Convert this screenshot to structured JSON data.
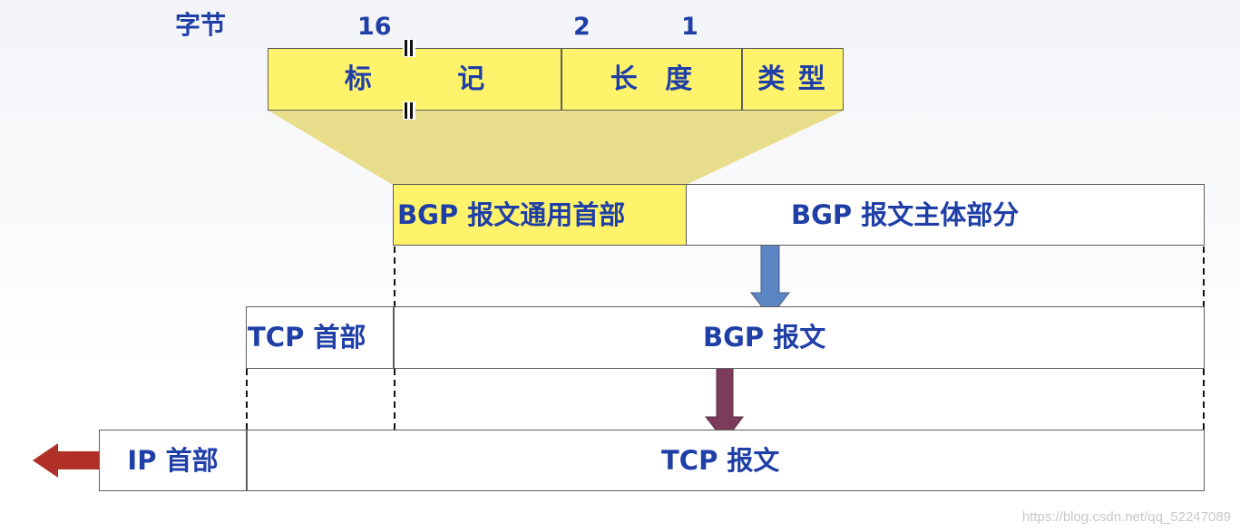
{
  "header": {
    "bytes_label": "字节",
    "size_marker": "16",
    "size_length": "2",
    "size_type": "1"
  },
  "header_fields": {
    "marker": "标 记",
    "length": "长 度",
    "type": "类 型"
  },
  "bgp_message": {
    "header": "BGP 报文通用首部",
    "body": "BGP 报文主体部分"
  },
  "tcp_segment": {
    "header": "TCP 首部",
    "payload": "BGP 报文"
  },
  "ip_packet": {
    "header": "IP 首部",
    "payload": "TCP 报文"
  },
  "watermark": "https://blog.csdn.net/qq_52247089",
  "colors": {
    "text_blue": "#1f3fa7",
    "header_yellow": "#fff36b",
    "fan_yellow": "#e8dd8b",
    "arrow_blue": "#5b86c3",
    "arrow_maroon": "#7b3b5a",
    "arrow_red": "#b03028"
  },
  "icons": {
    "down_arrow_1": "down-arrow-icon",
    "down_arrow_2": "down-arrow-icon",
    "left_arrow": "left-arrow-icon",
    "break_mark": "break-mark-icon"
  }
}
